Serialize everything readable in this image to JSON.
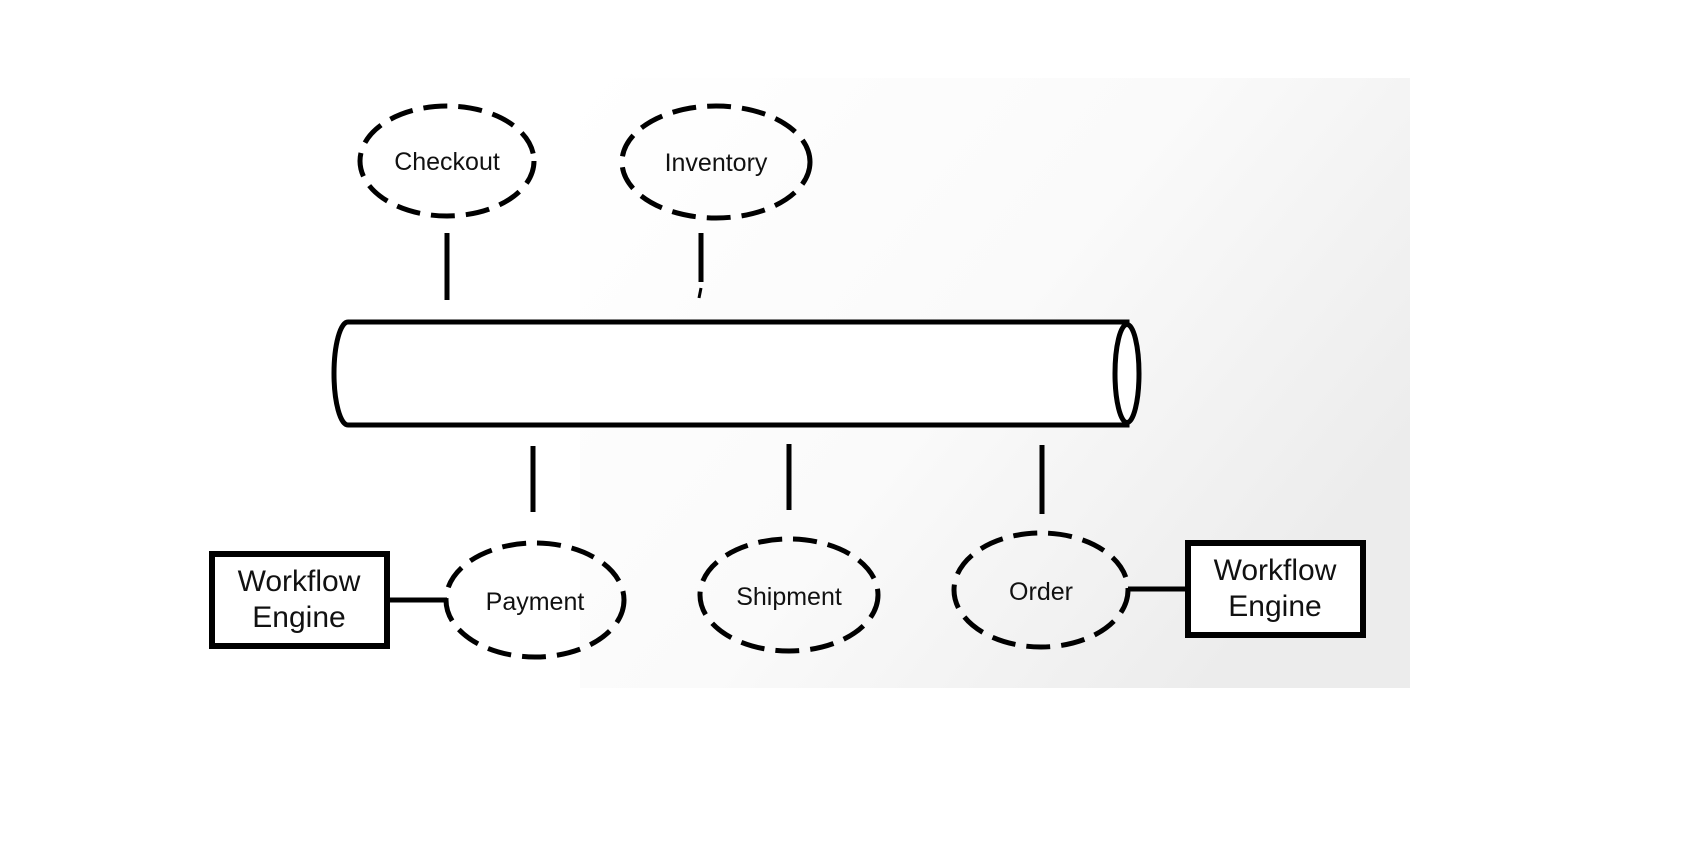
{
  "diagram": {
    "services": {
      "checkout": "Checkout",
      "inventory": "Inventory",
      "payment": "Payment",
      "shipment": "Shipment",
      "order": "Order"
    },
    "workflow_engines": {
      "left": [
        "Workflow",
        "Engine"
      ],
      "right": [
        "Workflow",
        "Engine"
      ]
    },
    "colors": {
      "stroke": "#000000",
      "text": "#111111",
      "background": "#ffffff",
      "shade": "#efefef"
    }
  }
}
